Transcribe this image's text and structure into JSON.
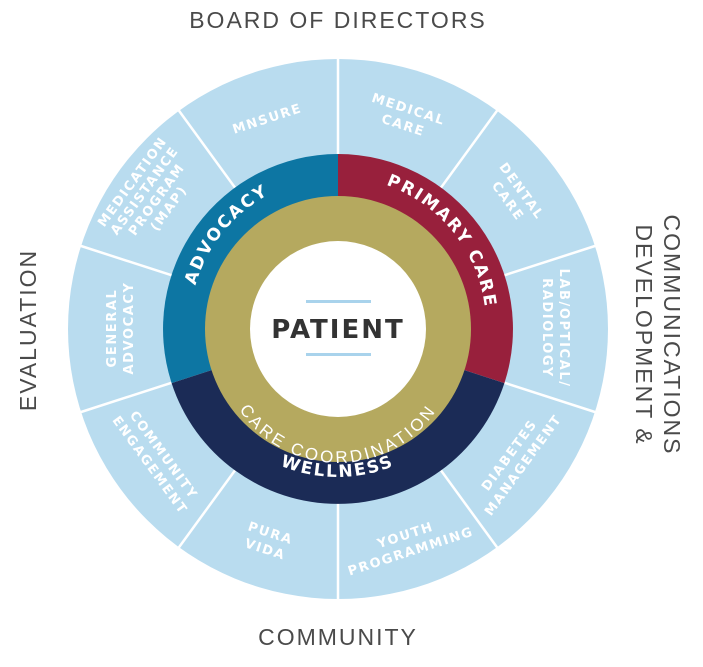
{
  "labels": {
    "top": "BOARD OF DIRECTORS",
    "bottom": "COMMUNITY",
    "left": "EVALUATION",
    "right_line1": "DEVELOPMENT &",
    "right_line2": "COMMUNICATIONS"
  },
  "center": {
    "label": "PATIENT"
  },
  "care_ring": {
    "label": "CARE COORDINATION"
  },
  "middle_ring": {
    "advocacy": "ADVOCACY",
    "primary_care": "PRIMARY CARE",
    "wellness": "WELLNESS"
  },
  "outer_segments": {
    "mnsure": [
      "MNSURE"
    ],
    "medical_care": [
      "MEDICAL",
      "CARE"
    ],
    "dental_care": [
      "DENTAL",
      "CARE"
    ],
    "lab_optical_radiology": [
      "LAB/OPTICAL/",
      "RADIOLOGY"
    ],
    "diabetes_management": [
      "DIABETES",
      "MANAGEMENT"
    ],
    "youth_programming": [
      "YOUTH",
      "PROGRAMMING"
    ],
    "pura_vida": [
      "PURA",
      "VIDA"
    ],
    "community_engagement": [
      "COMMUNITY",
      "ENGAGEMENT"
    ],
    "general_advocacy": [
      "GENERAL",
      "ADVOCACY"
    ],
    "medication_assistance": [
      "MEDICATION",
      "ASSISTANCE",
      "PROGRAM",
      "(MAP)"
    ]
  },
  "colors": {
    "outer": "#b9dcef",
    "advocacy": "#0d76a3",
    "primary_care": "#98203c",
    "wellness": "#1b2b56",
    "care_coordination": "#b5a95f",
    "center": "#ffffff",
    "center_rule": "#a9d3ec"
  }
}
